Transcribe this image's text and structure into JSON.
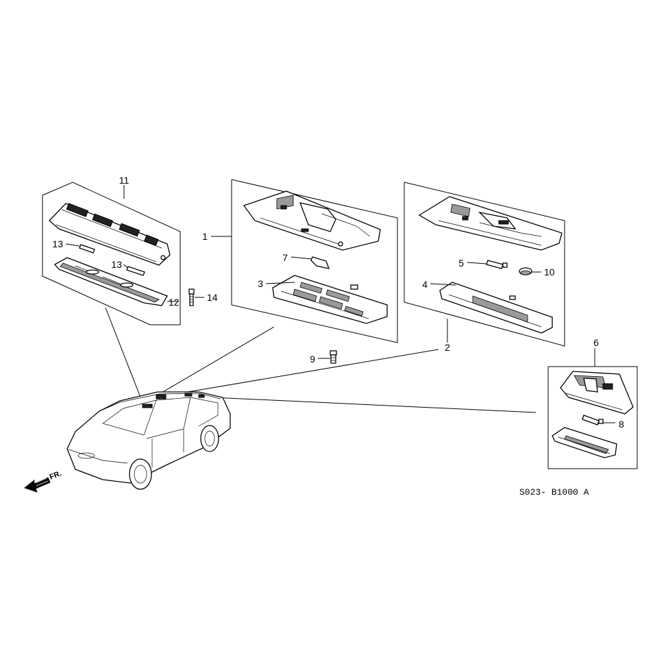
{
  "diagram": {
    "drawing_code": "S023- B1000 A",
    "front_marker": "FR.",
    "callouts": {
      "c1": "1",
      "c2": "2",
      "c3": "3",
      "c4": "4",
      "c5": "5",
      "c6": "6",
      "c7": "7",
      "c8": "8",
      "c9": "9",
      "c10": "10",
      "c11": "11",
      "c12": "12",
      "c13a": "13",
      "c13b": "13",
      "c14": "14"
    }
  }
}
